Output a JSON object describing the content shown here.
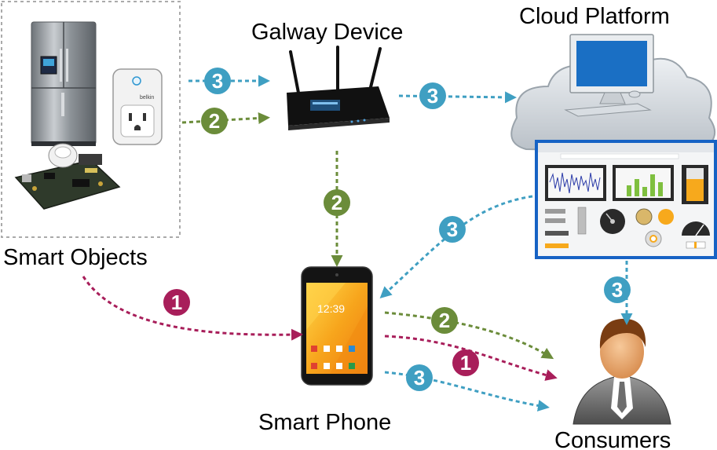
{
  "labels": {
    "smart_objects": "Smart Objects",
    "gateway": "Galway Device",
    "cloud": "Cloud Platform",
    "smart_phone": "Smart Phone",
    "consumers": "Consumers",
    "phone_screen_time": "12:39"
  },
  "colors": {
    "blue": "#3f9fc2",
    "green": "#6b8c3a",
    "magenta": "#a81e5a",
    "border": "#aaaaaa"
  },
  "flows": [
    {
      "id": "objects-to-gateway-3",
      "step": "3",
      "color": "blue"
    },
    {
      "id": "objects-to-gateway-2",
      "step": "2",
      "color": "green"
    },
    {
      "id": "gateway-to-cloud",
      "step": "3",
      "color": "blue"
    },
    {
      "id": "gateway-to-phone",
      "step": "2",
      "color": "green"
    },
    {
      "id": "cloud-to-phone",
      "step": "3",
      "color": "blue"
    },
    {
      "id": "cloud-to-consumers",
      "step": "3",
      "color": "blue"
    },
    {
      "id": "objects-to-phone",
      "step": "1",
      "color": "magenta"
    },
    {
      "id": "phone-to-consumers-2",
      "step": "2",
      "color": "green"
    },
    {
      "id": "phone-to-consumers-1",
      "step": "1",
      "color": "magenta"
    },
    {
      "id": "phone-to-consumers-3",
      "step": "3",
      "color": "blue"
    }
  ]
}
